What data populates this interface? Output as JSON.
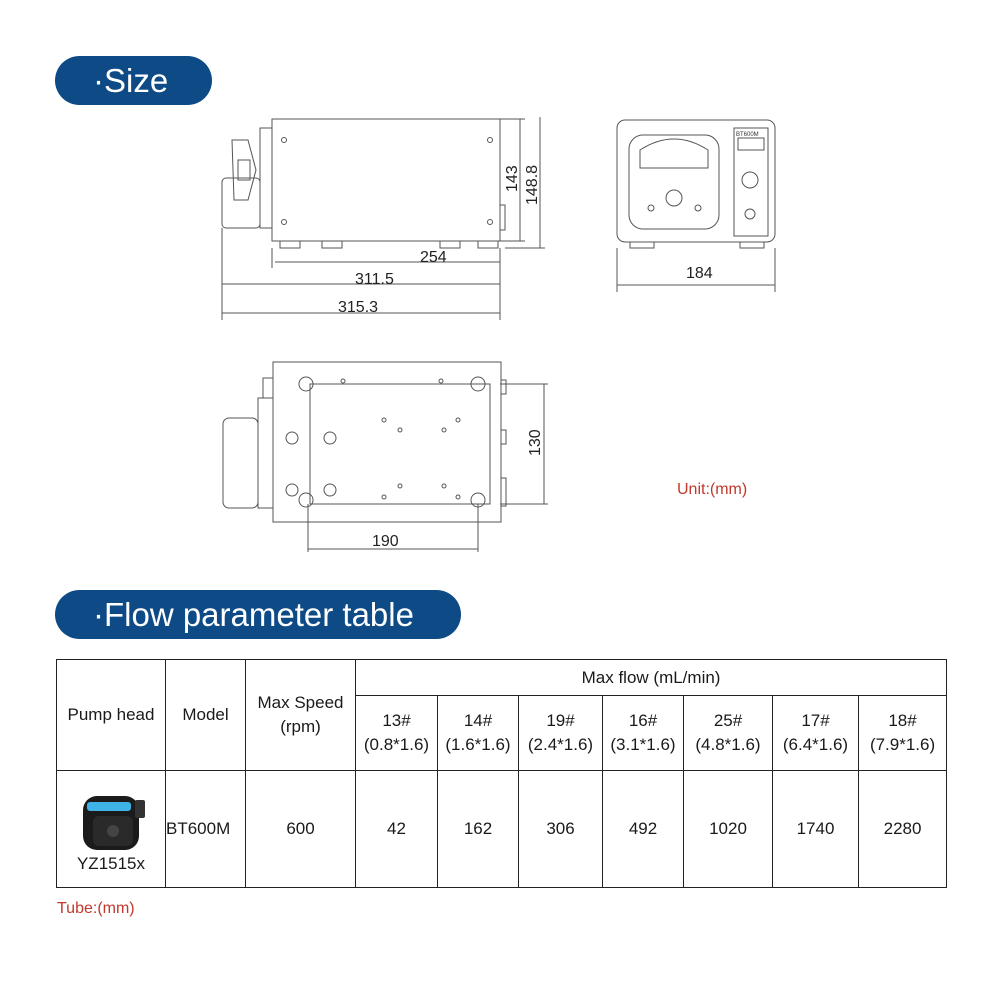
{
  "sections": {
    "size_title": "·Size",
    "flow_title": "·Flow parameter table"
  },
  "dimensions": {
    "side_height_inner": "143",
    "side_height_outer": "148.8",
    "side_len_a": "254",
    "side_len_b": "311.5",
    "side_len_c": "315.3",
    "front_width": "184",
    "bottom_depth": "130",
    "bottom_len": "190",
    "model_badge": "BT600M"
  },
  "unit_note": "Unit:(mm)",
  "table": {
    "headers": {
      "pump_head": "Pump head",
      "model": "Model",
      "max_speed": "Max Speed",
      "max_speed_unit": "(rpm)",
      "max_flow": "Max flow (mL/min)"
    },
    "tubes": [
      {
        "no": "13#",
        "size": "(0.8*1.6)"
      },
      {
        "no": "14#",
        "size": "(1.6*1.6)"
      },
      {
        "no": "19#",
        "size": "(2.4*1.6)"
      },
      {
        "no": "16#",
        "size": "(3.1*1.6)"
      },
      {
        "no": "25#",
        "size": "(4.8*1.6)"
      },
      {
        "no": "17#",
        "size": "(6.4*1.6)"
      },
      {
        "no": "18#",
        "size": "(7.9*1.6)"
      }
    ],
    "row": {
      "pump_head": "YZ1515x",
      "model": "BT600M",
      "max_speed": "600",
      "flows": [
        "42",
        "162",
        "306",
        "492",
        "1020",
        "1740",
        "2280"
      ]
    }
  },
  "tube_note": "Tube:(mm)"
}
